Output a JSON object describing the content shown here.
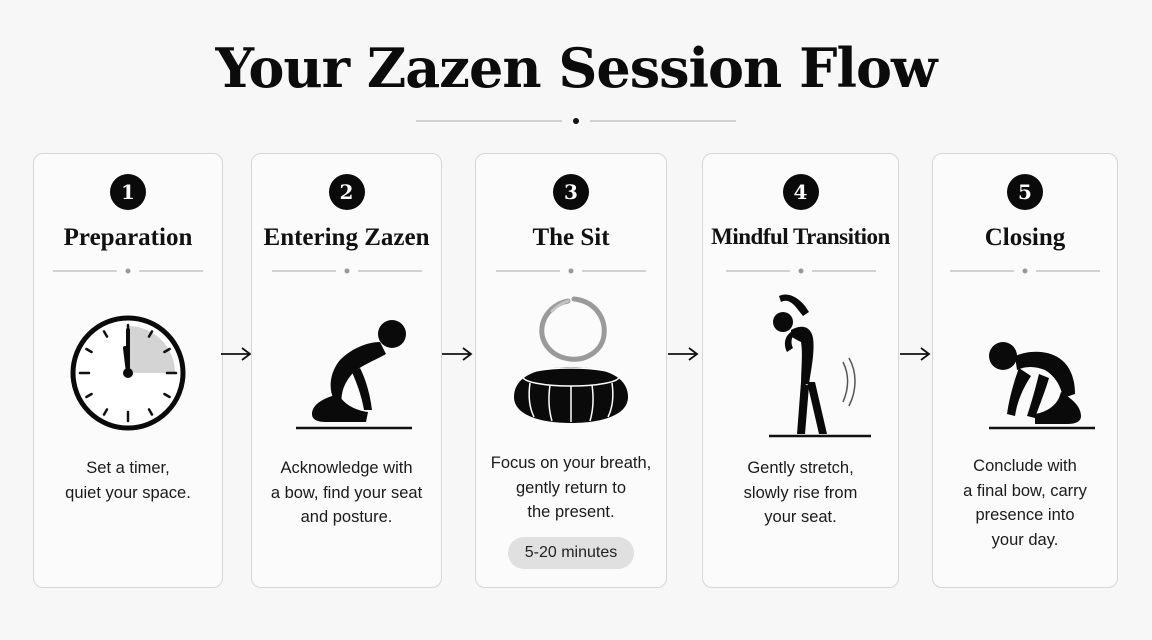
{
  "title": "Your Zazen Session Flow",
  "steps": [
    {
      "number": "1",
      "title": "Preparation",
      "description": [
        "Set a timer,",
        "quiet your space."
      ],
      "icon": "clock-icon"
    },
    {
      "number": "2",
      "title": "Entering Zazen",
      "description": [
        "Acknowledge with",
        "a bow, find your seat",
        "and posture."
      ],
      "icon": "kneeling-bow-icon"
    },
    {
      "number": "3",
      "title": "The Sit",
      "description": [
        "Focus on your breath,",
        "gently return to",
        "the present."
      ],
      "icon": "enso-cushion-icon",
      "duration": "5-20 minutes"
    },
    {
      "number": "4",
      "title": "Mindful Transition",
      "description": [
        "Gently stretch,",
        "slowly rise from",
        "your seat."
      ],
      "icon": "standing-stretch-icon"
    },
    {
      "number": "5",
      "title": "Closing",
      "description": [
        "Conclude with",
        "a final bow, carry",
        "presence into",
        "your day."
      ],
      "icon": "final-bow-icon"
    }
  ],
  "colors": {
    "ink": "#0a0a0a",
    "card_border": "#d6d6d6",
    "pill": "#e0e0e0",
    "clock_shade": "#d4d4d4"
  }
}
